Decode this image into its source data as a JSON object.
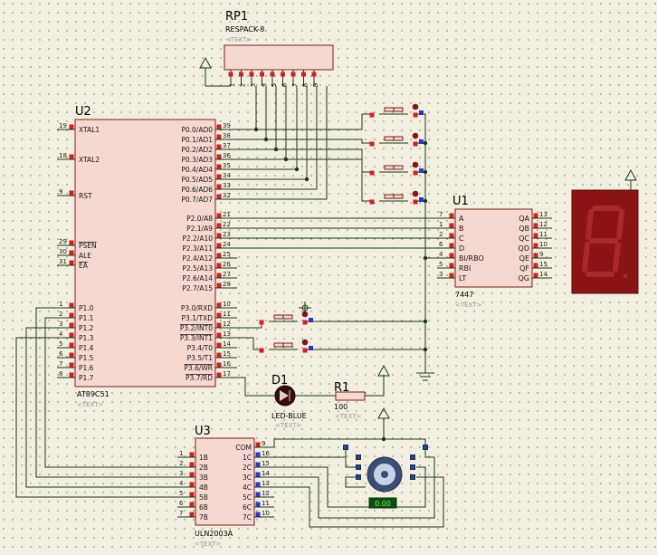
{
  "colors": {
    "background": "#f3efe0",
    "grid_dot": "#8f8b7a",
    "chip_fill": "#f5d8d0",
    "chip_stroke": "#7a1d1d",
    "wire": "#163b16",
    "pin_red": "#d71d1d",
    "pin_blue": "#2a35d6",
    "text": "#1a1a1a",
    "display_bg": "#8a1414",
    "display_seg": "#a92828",
    "readout_bg": "#0c4f0c",
    "readout_text": "#6ef56e"
  },
  "rp1": {
    "ref": "RP1",
    "type": "RESPACK-8",
    "text": "<TEXT>",
    "pins": [
      "1",
      "2",
      "3",
      "4",
      "5",
      "6",
      "7",
      "8",
      "9"
    ]
  },
  "u2": {
    "ref": "U2",
    "type": "AT89C51",
    "text": "<TEXT>",
    "left_pins": [
      {
        "num": "19",
        "name": "XTAL1"
      },
      {
        "num": "18",
        "name": "XTAL2"
      },
      {
        "num": "9",
        "name": "RST"
      },
      {
        "num": "29",
        "name": "PSEN"
      },
      {
        "num": "30",
        "name": "ALE"
      },
      {
        "num": "31",
        "name": "EA"
      },
      {
        "num": "1",
        "name": "P1.0"
      },
      {
        "num": "2",
        "name": "P1.1"
      },
      {
        "num": "3",
        "name": "P1.2"
      },
      {
        "num": "4",
        "name": "P1.3"
      },
      {
        "num": "5",
        "name": "P1.4"
      },
      {
        "num": "6",
        "name": "P1.5"
      },
      {
        "num": "7",
        "name": "P1.6"
      },
      {
        "num": "8",
        "name": "P1.7"
      }
    ],
    "right_pins": [
      {
        "num": "39",
        "name": "P0.0/AD0"
      },
      {
        "num": "38",
        "name": "P0.1/AD1"
      },
      {
        "num": "37",
        "name": "P0.2/AD2"
      },
      {
        "num": "36",
        "name": "P0.3/AD3"
      },
      {
        "num": "35",
        "name": "P0.4/AD4"
      },
      {
        "num": "34",
        "name": "P0.5/AD5"
      },
      {
        "num": "33",
        "name": "P0.6/AD6"
      },
      {
        "num": "32",
        "name": "P0.7/AD7"
      },
      {
        "num": "21",
        "name": "P2.0/A8"
      },
      {
        "num": "22",
        "name": "P2.1/A9"
      },
      {
        "num": "23",
        "name": "P2.2/A10"
      },
      {
        "num": "24",
        "name": "P2.3/A11"
      },
      {
        "num": "25",
        "name": "P2.4/A12"
      },
      {
        "num": "26",
        "name": "P2.5/A13"
      },
      {
        "num": "27",
        "name": "P2.6/A14"
      },
      {
        "num": "28",
        "name": "P2.7/A15"
      },
      {
        "num": "10",
        "name": "P3.0/RXD"
      },
      {
        "num": "11",
        "name": "P3.1/TXD"
      },
      {
        "num": "12",
        "name": "P3.2/INT0"
      },
      {
        "num": "13",
        "name": "P3.3/INT1"
      },
      {
        "num": "14",
        "name": "P3.4/T0"
      },
      {
        "num": "15",
        "name": "P3.5/T1"
      },
      {
        "num": "16",
        "name": "P3.6/WR"
      },
      {
        "num": "17",
        "name": "P3.7/RD"
      }
    ]
  },
  "u1": {
    "ref": "U1",
    "type": "7447",
    "text": "<TEXT>",
    "left_pins": [
      {
        "num": "7",
        "name": "A"
      },
      {
        "num": "1",
        "name": "B"
      },
      {
        "num": "2",
        "name": "C"
      },
      {
        "num": "6",
        "name": "D"
      },
      {
        "num": "4",
        "name": "BI/RBO"
      },
      {
        "num": "5",
        "name": "RBI"
      },
      {
        "num": "3",
        "name": "LT"
      }
    ],
    "right_pins": [
      {
        "num": "13",
        "name": "QA"
      },
      {
        "num": "12",
        "name": "QB"
      },
      {
        "num": "11",
        "name": "QC"
      },
      {
        "num": "10",
        "name": "QD"
      },
      {
        "num": "9",
        "name": "QE"
      },
      {
        "num": "15",
        "name": "QF"
      },
      {
        "num": "14",
        "name": "QG"
      }
    ]
  },
  "u3": {
    "ref": "U3",
    "type": "ULN2003A",
    "text": "<TEXT>",
    "left_pins": [
      {
        "num": "1",
        "name": "1B"
      },
      {
        "num": "2",
        "name": "2B"
      },
      {
        "num": "3",
        "name": "3B"
      },
      {
        "num": "4",
        "name": "4B"
      },
      {
        "num": "5",
        "name": "5B"
      },
      {
        "num": "6",
        "name": "6B"
      },
      {
        "num": "7",
        "name": "7B"
      }
    ],
    "right_pins": [
      {
        "num": "9",
        "name": "COM"
      },
      {
        "num": "16",
        "name": "1C"
      },
      {
        "num": "15",
        "name": "2C"
      },
      {
        "num": "14",
        "name": "3C"
      },
      {
        "num": "13",
        "name": "4C"
      },
      {
        "num": "12",
        "name": "5C"
      },
      {
        "num": "11",
        "name": "6C"
      },
      {
        "num": "10",
        "name": "7C"
      }
    ]
  },
  "d1": {
    "ref": "D1",
    "type": "LED-BLUE",
    "text": "<TEXT>"
  },
  "r1": {
    "ref": "R1",
    "value": "100",
    "text": "<TEXT>"
  },
  "motor": {
    "readout": "0.00"
  }
}
